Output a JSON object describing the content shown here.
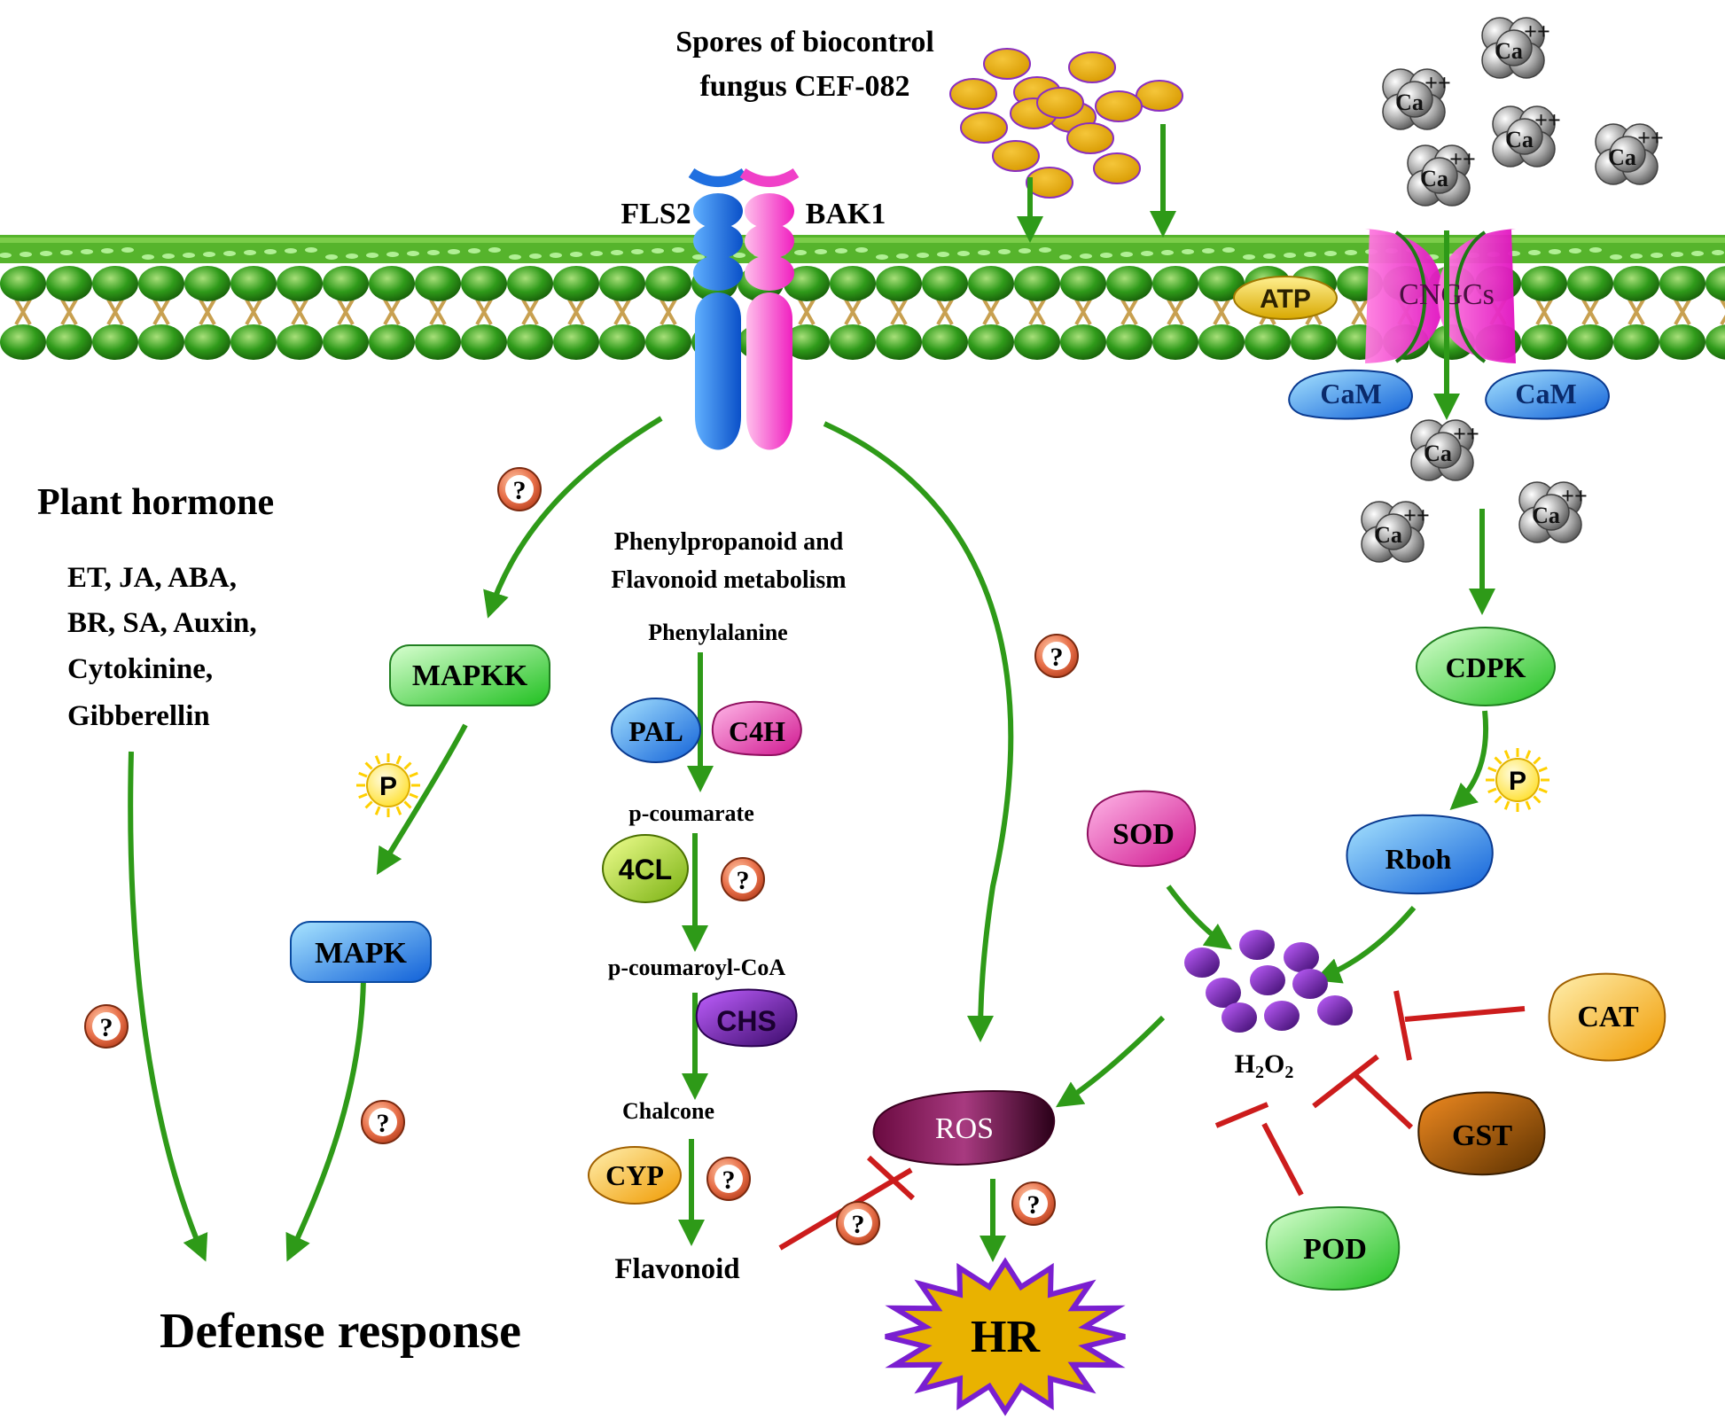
{
  "spores_label": [
    "Spores of biocontrol",
    "fungus CEF-082"
  ],
  "receptors": {
    "left": "FLS2",
    "right": "BAK1"
  },
  "membrane": {
    "atp": "ATP",
    "channel": "CNGCs",
    "cam": "CaM"
  },
  "calcium_ion": "Ca",
  "calcium_charge": "++",
  "phospho": "P",
  "question": "?",
  "hormone": {
    "title": "Plant hormone",
    "lines": [
      "ET, JA, ABA,",
      "BR, SA, Auxin,",
      "Cytokinine,",
      "Gibberellin"
    ]
  },
  "mapk": {
    "kk": "MAPKK",
    "k": "MAPK"
  },
  "phenyl": {
    "title": [
      "Phenylpropanoid and",
      "Flavonoid metabolism"
    ],
    "phenylalanine": "Phenylalanine",
    "pal": "PAL",
    "c4h": "C4H",
    "p_coumarate": "p-coumarate",
    "fourcl": "4CL",
    "p_coumaroyl": "p-coumaroyl-CoA",
    "chs": "CHS",
    "chalcone": "Chalcone",
    "cyp": "CYP",
    "flavonoid": "Flavonoid"
  },
  "calcium_path": {
    "cdpk": "CDPK",
    "rboh": "Rboh"
  },
  "antioxidants": {
    "sod": "SOD",
    "cat": "CAT",
    "gst": "GST",
    "pod": "POD"
  },
  "h2o2": {
    "main": "H",
    "sub1": "2",
    "mid": "O",
    "sub2": "2"
  },
  "ros": "ROS",
  "hr": "HR",
  "defense": "Defense response",
  "colors": {
    "arrow": "#2e9a18",
    "inhibit": "#cc1c1c",
    "membrane": "#3a9e1e",
    "receptor_left": "#1f6fe0",
    "receptor_right": "#f040c8",
    "hr_fill": "#e9b200",
    "hr_stroke": "#7a1fd0"
  }
}
